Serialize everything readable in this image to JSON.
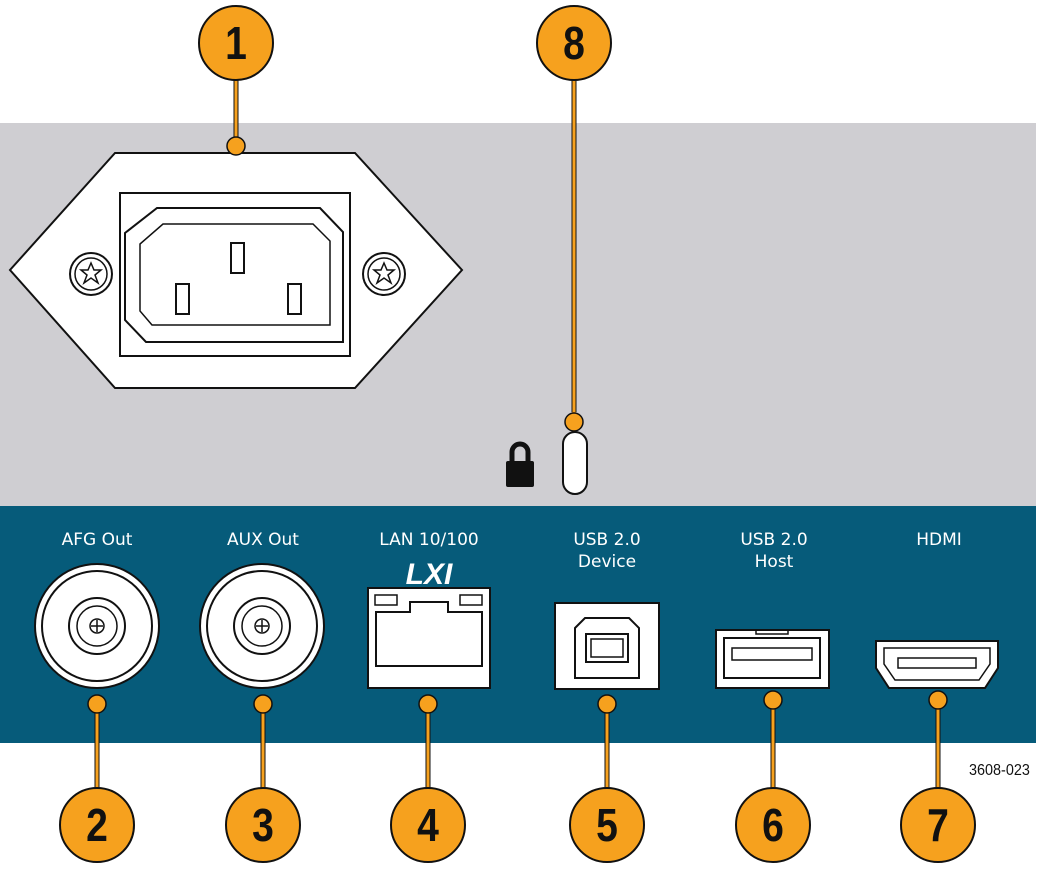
{
  "colors": {
    "panel_gray": "#cfced2",
    "panel_teal": "#065b7a",
    "callout_fill": "#f6a11e",
    "callout_line": "#f6a11e",
    "connector_white": "#ffffff"
  },
  "ports": {
    "afg_out": "AFG Out",
    "aux_out": "AUX Out",
    "lan": "LAN 10/100",
    "lxi_logo": "LXI",
    "usb_device_line1": "USB 2.0",
    "usb_device_line2": "Device",
    "usb_host_line1": "USB 2.0",
    "usb_host_line2": "Host",
    "hdmi": "HDMI"
  },
  "callouts": [
    {
      "number": "1",
      "target": "power-inlet"
    },
    {
      "number": "2",
      "target": "afg-out-bnc"
    },
    {
      "number": "3",
      "target": "aux-out-bnc"
    },
    {
      "number": "4",
      "target": "lan-port"
    },
    {
      "number": "5",
      "target": "usb-device-port"
    },
    {
      "number": "6",
      "target": "usb-host-port"
    },
    {
      "number": "7",
      "target": "hdmi-port"
    },
    {
      "number": "8",
      "target": "security-lock-slot"
    }
  ],
  "figure_id": "3608-023",
  "icons": [
    "lock-icon"
  ]
}
